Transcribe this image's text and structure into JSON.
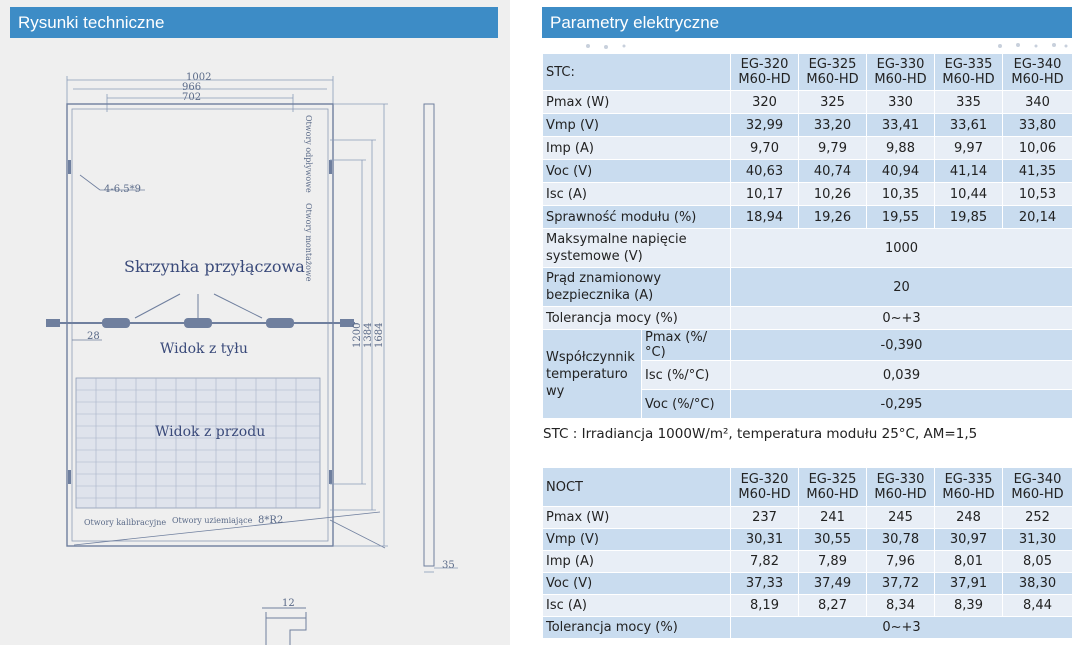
{
  "drawings": {
    "title": "Rysunki techniczne",
    "dims_top": [
      "1002",
      "966",
      "702"
    ],
    "dim_holes": "4-6.5*9",
    "label_drain_holes": "Otwory odpływowe",
    "label_mounting_holes": "Otwory montażowe",
    "label_junction_box": "Skrzynka przyłączowa",
    "dim_cable": "28",
    "label_back_view": "Widok z tyłu",
    "label_front_view": "Widok z przodu",
    "dims_side": [
      "1200",
      "1384",
      "1684"
    ],
    "label_calibration_holes": "Otwory kalibracyjne",
    "label_ground_holes": "Otwory uziemiające",
    "dim_corner": "8*R2",
    "dim_frame_depth": "35",
    "dim_profile_width": "12"
  },
  "electrical": {
    "title": "Parametry elektryczne",
    "stc": {
      "header_label": "STC:",
      "models": [
        {
          "line1": "EG-320",
          "line2": "M60-HD"
        },
        {
          "line1": "EG-325",
          "line2": "M60-HD"
        },
        {
          "line1": "EG-330",
          "line2": "M60-HD"
        },
        {
          "line1": "EG-335",
          "line2": "M60-HD"
        },
        {
          "line1": "EG-340",
          "line2": "M60-HD"
        }
      ],
      "rows": [
        {
          "label": "Pmax (W)",
          "values": [
            "320",
            "325",
            "330",
            "335",
            "340"
          ]
        },
        {
          "label": "Vmp (V)",
          "values": [
            "32,99",
            "33,20",
            "33,41",
            "33,61",
            "33,80"
          ]
        },
        {
          "label": "Imp (A)",
          "values": [
            "9,70",
            "9,79",
            "9,88",
            "9,97",
            "10,06"
          ]
        },
        {
          "label": "Voc (V)",
          "values": [
            "40,63",
            "40,74",
            "40,94",
            "41,14",
            "41,35"
          ]
        },
        {
          "label": "Isc (A)",
          "values": [
            "10,17",
            "10,26",
            "10,35",
            "10,44",
            "10,53"
          ]
        },
        {
          "label": "Sprawność modułu (%)",
          "values": [
            "18,94",
            "19,26",
            "19,55",
            "19,85",
            "20,14"
          ]
        }
      ],
      "max_voltage": {
        "label_line1": "Maksymalne napięcie",
        "label_line2": "systemowe (V)",
        "value": "1000"
      },
      "fuse": {
        "label_line1": "Prąd znamionowy",
        "label_line2": "bezpiecznika (A)",
        "value": "20"
      },
      "tolerance": {
        "label": "Tolerancja mocy (%)",
        "value": "0~+3"
      },
      "temp_coeff": {
        "label_line1": "Współczynnik",
        "label_line2": "temperaturo",
        "label_line3": "wy",
        "rows": [
          {
            "label": "Pmax (%/°C)",
            "value": "-0,390"
          },
          {
            "label": "Isc (%/°C)",
            "value": "0,039"
          },
          {
            "label": "Voc (%/°C)",
            "value": "-0,295"
          }
        ]
      }
    },
    "stc_note": "STC : Irradiancja  1000W/m², temperatura modułu  25°C, AM=1,5",
    "noct": {
      "header_label": "NOCT",
      "models": [
        {
          "line1": "EG-320",
          "line2": "M60-HD"
        },
        {
          "line1": "EG-325",
          "line2": "M60-HD"
        },
        {
          "line1": "EG-330",
          "line2": "M60-HD"
        },
        {
          "line1": "EG-335",
          "line2": "M60-HD"
        },
        {
          "line1": "EG-340",
          "line2": "M60-HD"
        }
      ],
      "rows": [
        {
          "label": "Pmax (W)",
          "values": [
            "237",
            "241",
            "245",
            "248",
            "252"
          ]
        },
        {
          "label": "Vmp (V)",
          "values": [
            "30,31",
            "30,55",
            "30,78",
            "30,97",
            "31,30"
          ]
        },
        {
          "label": "Imp (A)",
          "values": [
            "7,82",
            "7,89",
            "7,96",
            "8,01",
            "8,05"
          ]
        },
        {
          "label": "Voc (V)",
          "values": [
            "37,33",
            "37,49",
            "37,72",
            "37,91",
            "38,30"
          ]
        },
        {
          "label": "Isc (A)",
          "values": [
            "8,19",
            "8,27",
            "8,34",
            "8,39",
            "8,44"
          ]
        }
      ],
      "tolerance": {
        "label": "Tolerancja mocy (%)",
        "value": "0~+3"
      }
    }
  }
}
